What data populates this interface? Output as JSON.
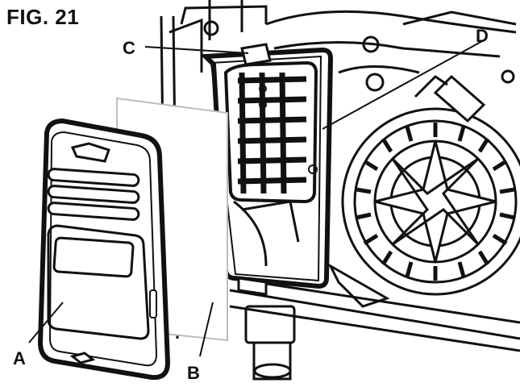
{
  "figure": {
    "title": "FIG. 21",
    "callouts": {
      "a": "A",
      "b": "B",
      "c": "C",
      "d": "D"
    }
  }
}
